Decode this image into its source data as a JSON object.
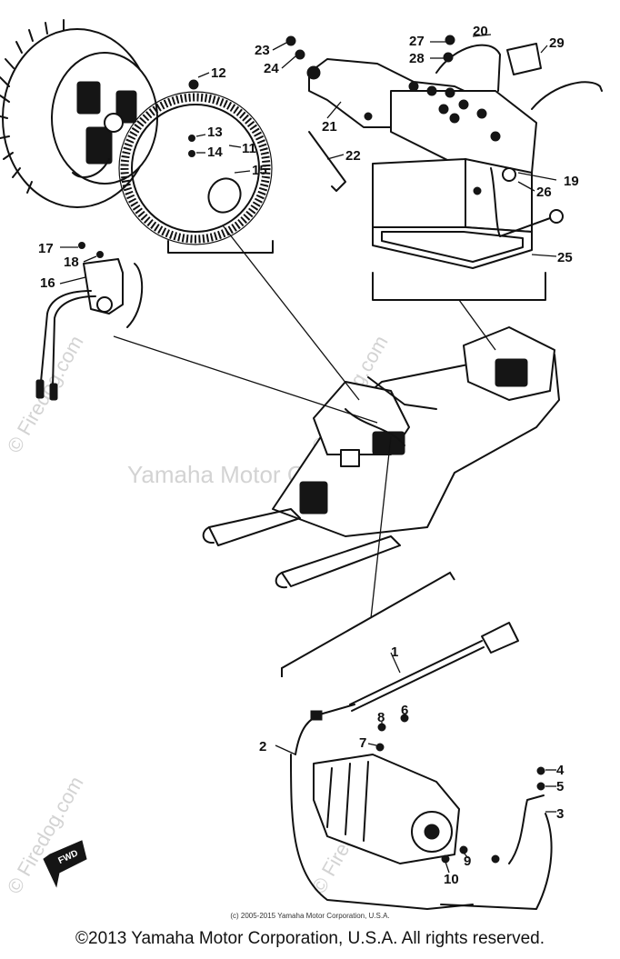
{
  "watermark": {
    "center_text": "Yamaha Motor Corp., U.S.A.",
    "site_text": "© Firedog.com"
  },
  "callouts": [
    "1",
    "2",
    "3",
    "4",
    "5",
    "6",
    "7",
    "8",
    "9",
    "10",
    "11",
    "12",
    "13",
    "14",
    "15",
    "16",
    "17",
    "18",
    "19",
    "20",
    "21",
    "22",
    "23",
    "24",
    "25",
    "26",
    "27",
    "28",
    "29"
  ],
  "front_arrow_label": "FWD",
  "small_copyright": "(c) 2005-2015 Yamaha Motor Corporation, U.S.A.",
  "copyright": "©2013 Yamaha Motor Corporation, U.S.A. All rights reserved."
}
